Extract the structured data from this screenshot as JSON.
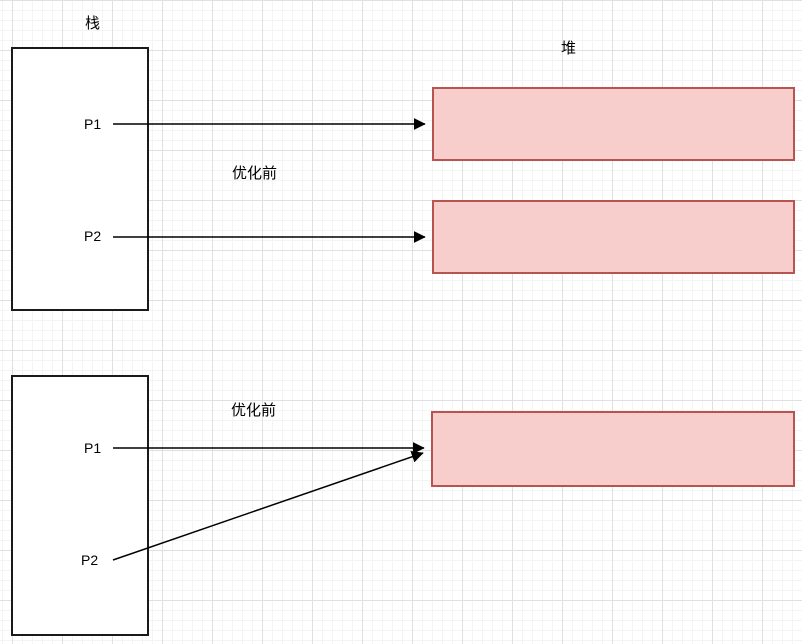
{
  "colors": {
    "heap-fill": "#f8cecc",
    "heap-border": "#b85450",
    "stack-border": "#1a1a1a",
    "line-color": "#000000",
    "grid-minor": "#f4f4f4",
    "grid-major": "#e0e0e0"
  },
  "labels": {
    "stack": "栈",
    "heap": "堆"
  },
  "top_diagram": {
    "caption": "优化前",
    "pointers": [
      {
        "label": "P1"
      },
      {
        "label": "P2"
      }
    ]
  },
  "bottom_diagram": {
    "caption": "优化前",
    "pointers": [
      {
        "label": "P1"
      },
      {
        "label": "P2"
      }
    ]
  }
}
